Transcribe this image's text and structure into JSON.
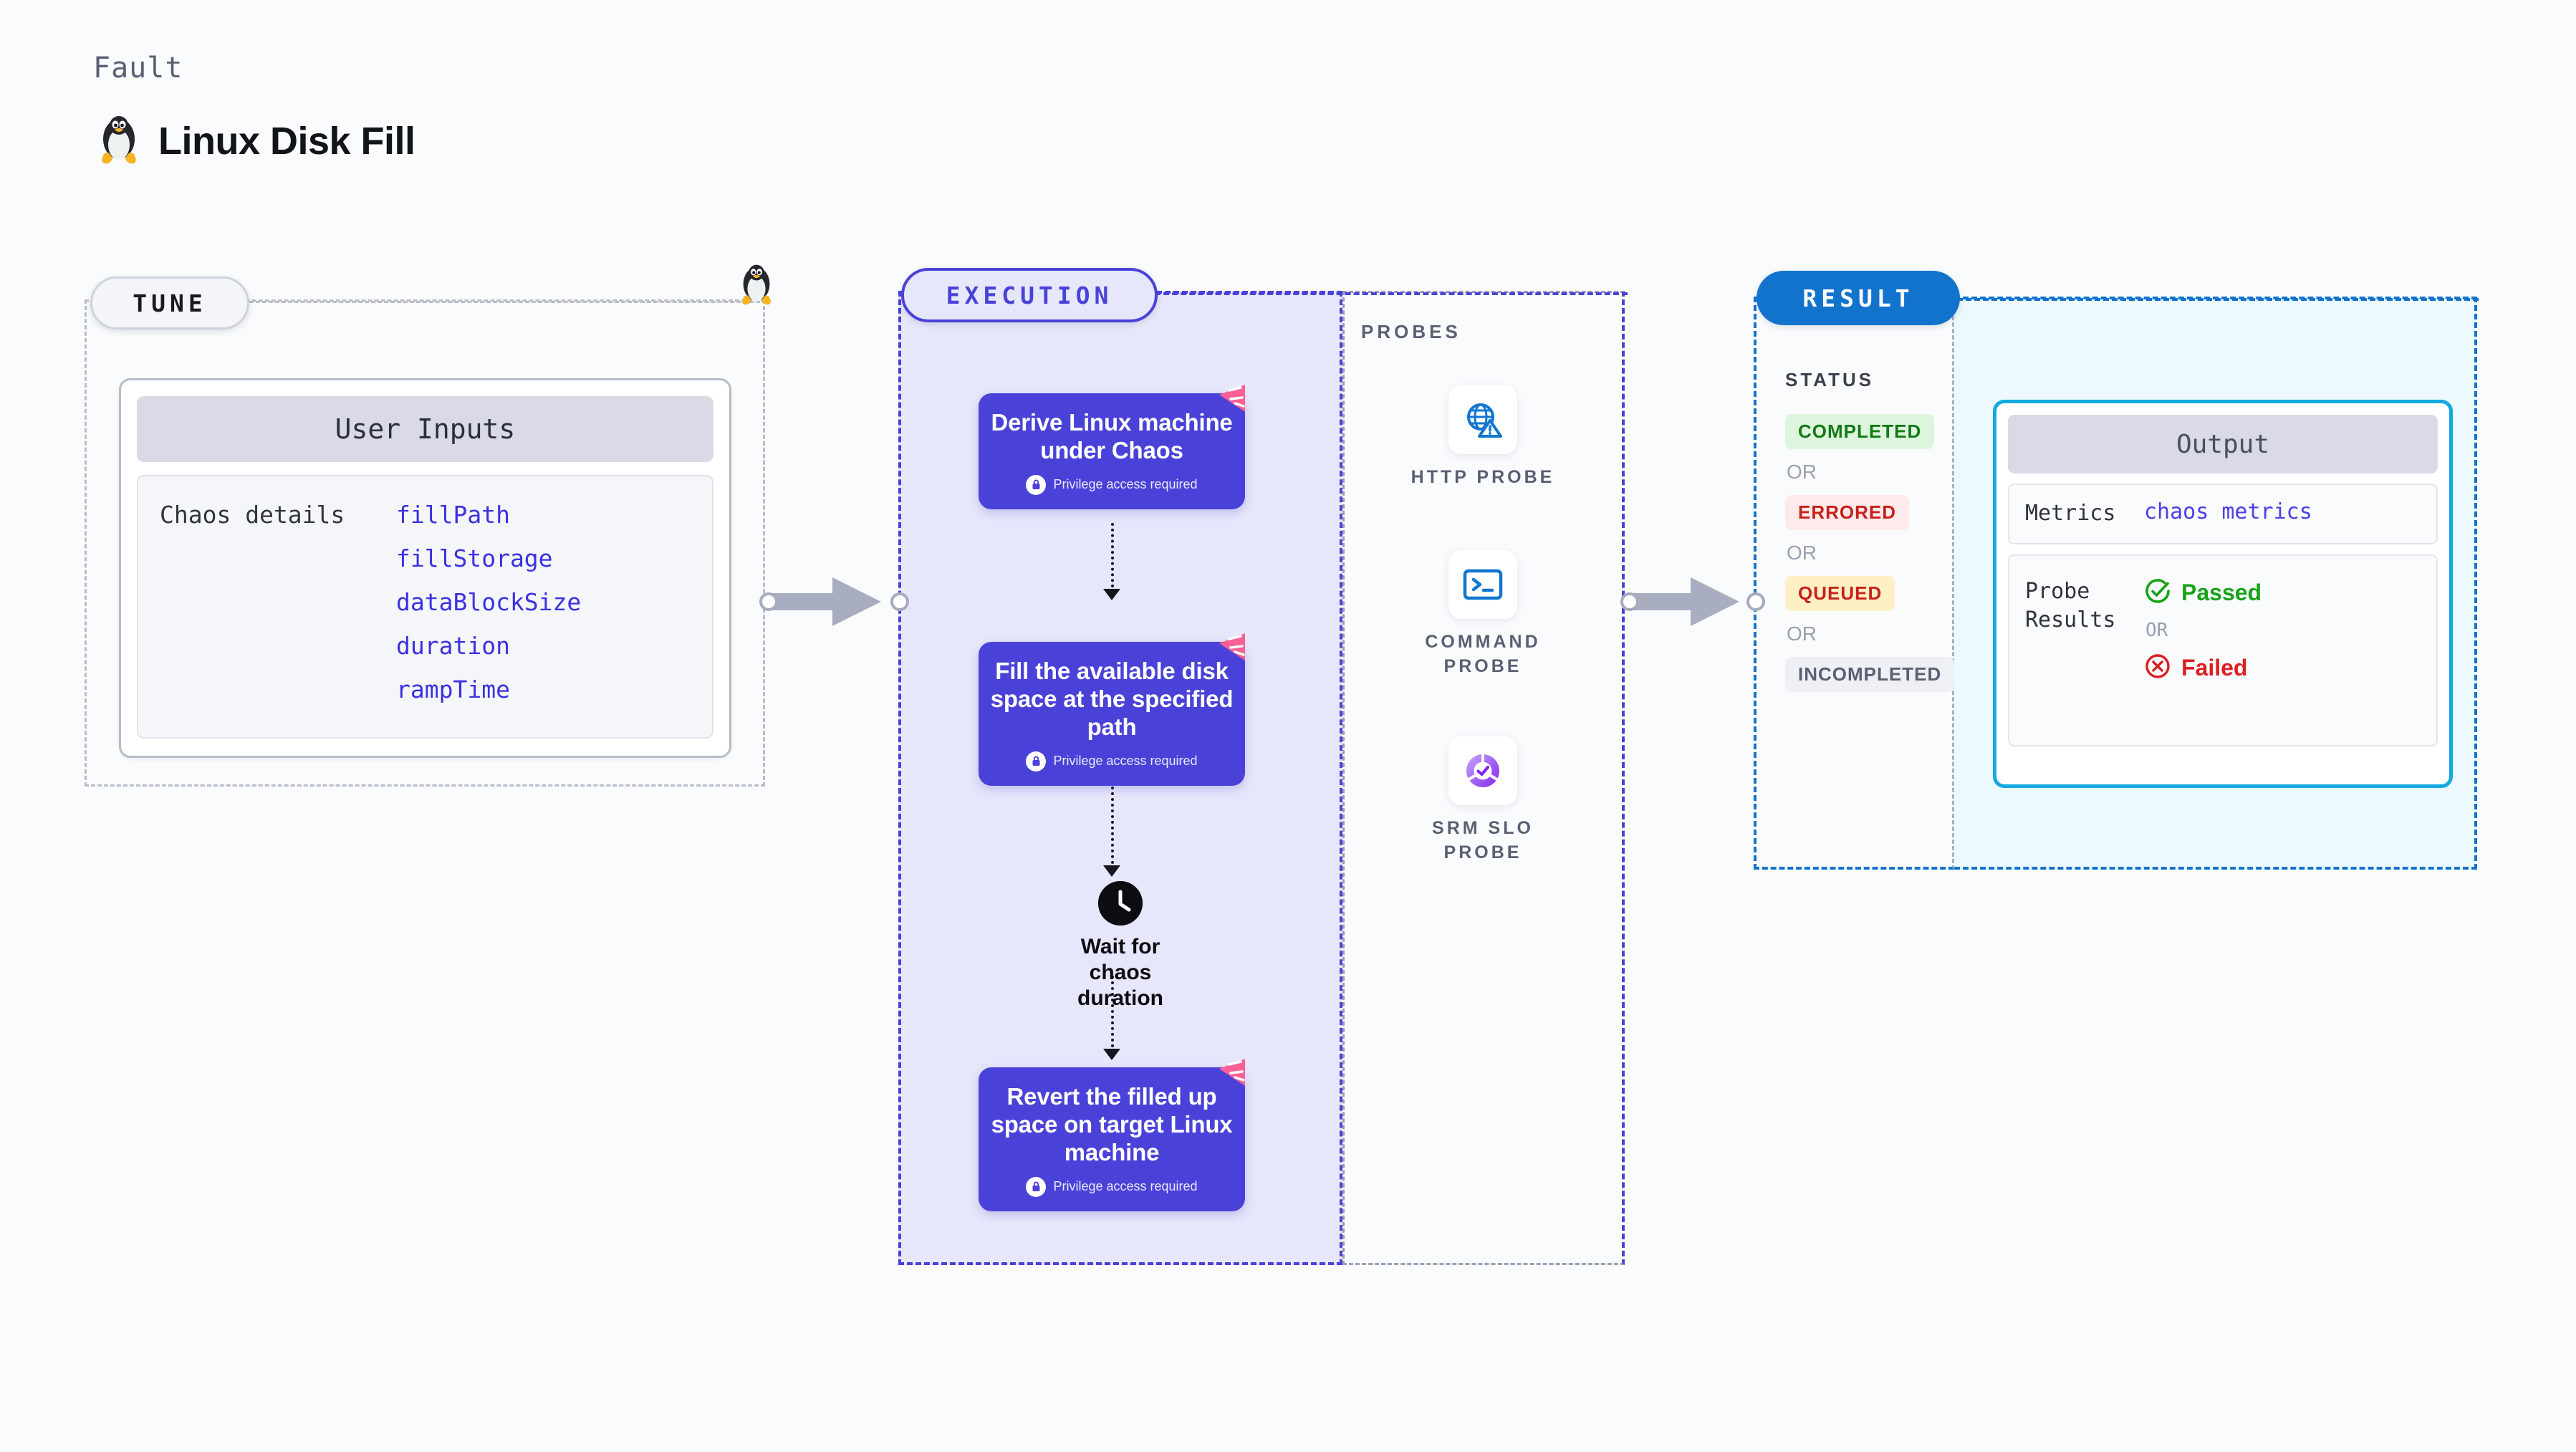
{
  "header": {
    "eyebrow": "Fault",
    "title": "Linux Disk Fill",
    "icon": "tux-penguin-icon"
  },
  "tune": {
    "pill_label": "TUNE",
    "card": {
      "header": "User Inputs",
      "row_label": "Chaos details",
      "values": [
        "fillPath",
        "fillStorage",
        "dataBlockSize",
        "duration",
        "rampTime"
      ]
    }
  },
  "execution": {
    "pill_label": "EXECUTION",
    "privilege_note": "Privilege access required",
    "steps": [
      {
        "title": "Derive Linux machine under Chaos",
        "privileged": true
      },
      {
        "title": "Fill the available disk space at the specified path",
        "privileged": true
      },
      {
        "title": "Revert the filled up space on target Linux machine",
        "privileged": true
      }
    ],
    "wait_node": {
      "label": "Wait for chaos duration",
      "icon": "clock-icon"
    }
  },
  "probes": {
    "title": "PROBES",
    "items": [
      {
        "name": "HTTP  PROBE",
        "icon": "globe-warning-icon"
      },
      {
        "name": "COMMAND PROBE",
        "icon": "terminal-icon"
      },
      {
        "name": "SRM SLO PROBE",
        "icon": "slo-donut-check-icon"
      }
    ]
  },
  "result": {
    "pill_label": "RESULT",
    "status_title": "STATUS",
    "or_label": "OR",
    "statuses": [
      {
        "label": "COMPLETED",
        "kind": "completed"
      },
      {
        "label": "ERRORED",
        "kind": "errored"
      },
      {
        "label": "QUEUED",
        "kind": "queued"
      },
      {
        "label": "INCOMPLETED",
        "kind": "incomplete"
      }
    ]
  },
  "output": {
    "header": "Output",
    "metrics_label": "Metrics",
    "metrics_value": "chaos metrics",
    "probe_results_label": "Probe Results",
    "passed_label": "Passed",
    "failed_label": "Failed",
    "or_label": "OR"
  },
  "colors": {
    "execution_accent": "#4a42d8",
    "result_accent": "#1273cd",
    "output_accent": "#14a8e0",
    "passed": "#16a318",
    "failed": "#dc1f1f",
    "queued_bg": "#fdf0c4",
    "input_value": "#3a31e0",
    "ribbon": "#fa5f96"
  }
}
